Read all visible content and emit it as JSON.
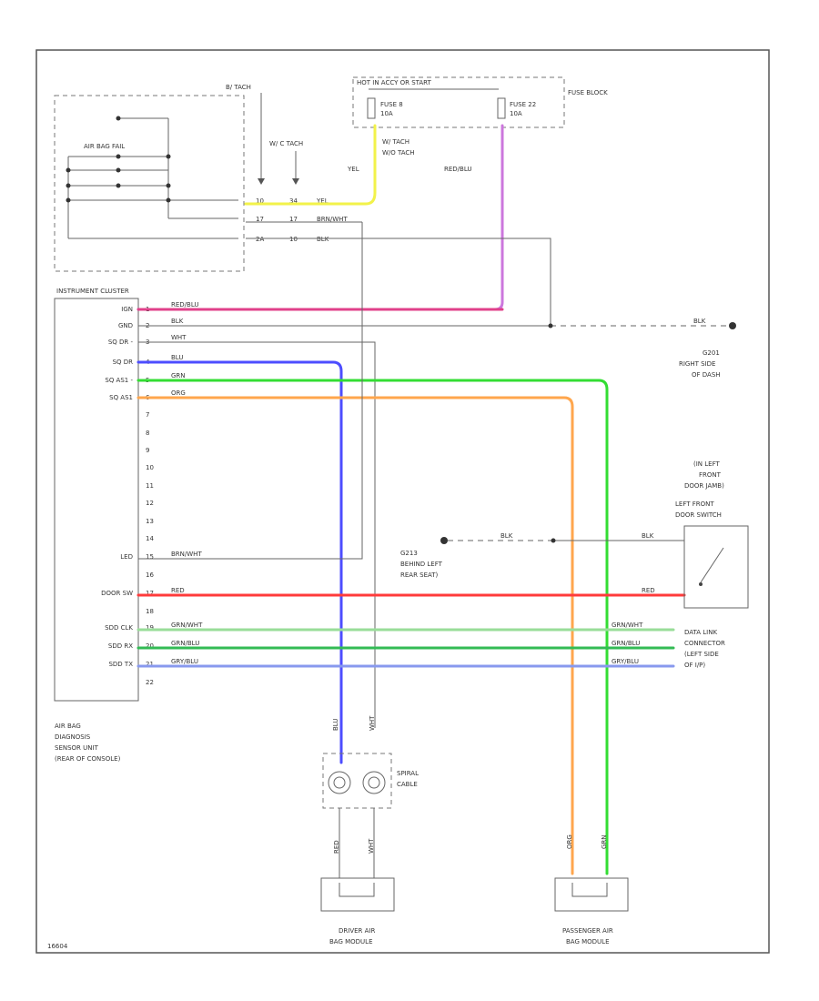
{
  "colors": {
    "red": "#ff3b3b",
    "magenta": "#e0408a",
    "blue": "#4d4dff",
    "green": "#33dd33",
    "orange": "#ffa64d",
    "tan": "#d9bb8c",
    "yellow": "#f2f24a",
    "violet": "#cc77dd",
    "gray": "#666666",
    "light_green": "#99dd99",
    "dark_green": "#33bb55",
    "light_blue": "#8899ee"
  },
  "labels": {
    "fuse_header": "HOT IN ACCY OR START",
    "fuse_block": "FUSE BLOCK",
    "fuse8": "FUSE 8",
    "fuse8_amp": "10A",
    "fuse22": "FUSE 22",
    "fuse22_amp": "10A",
    "air_bag_fail": "AIR BAG FAIL",
    "tach_b": "B/ TACH",
    "tach_w": "W/ C TACH",
    "w_tach": "W/ TACH",
    "wo_tach": "W/O TACH",
    "yel": "YEL",
    "red_blu": "RED/BLU",
    "connector_title": "INSTRUMENT CLUSTER",
    "module_name": "AIR BAG DIAGNOSIS SENSOR UNIT (REAR OF CONSOLE)",
    "ground1": "G201 RIGHT SIDE OF DASH",
    "ground2": "G213 BEHIND LEFT REAR SEAT",
    "door_jamb": "(IN LEFT FRONT DOOR JAMB)",
    "door_switch": "LEFT FRONT DOOR SWITCH",
    "data_link": "DATA LINK CONNECTOR (LEFT SIDE OF I/P)",
    "spiral": "SPIRAL CABLE",
    "driver_module": "DRIVER AIR BAG MODULE",
    "pass_module": "PASSENGER AIR BAG MODULE",
    "ref": "16604"
  },
  "pins": [
    {
      "num": "1",
      "name": "IGN",
      "wire": "RED/BLU"
    },
    {
      "num": "2",
      "name": "GND",
      "wire": "BLK"
    },
    {
      "num": "3",
      "name": "SQ DR -",
      "wire": "WHT"
    },
    {
      "num": "4",
      "name": "SQ DR",
      "wire": "BLU"
    },
    {
      "num": "5",
      "name": "SQ AS1 -",
      "wire": "GRN"
    },
    {
      "num": "6",
      "name": "SQ AS1",
      "wire": "ORG"
    },
    {
      "num": "7",
      "name": "",
      "wire": ""
    },
    {
      "num": "8",
      "name": "",
      "wire": ""
    },
    {
      "num": "9",
      "name": "",
      "wire": ""
    },
    {
      "num": "10",
      "name": "",
      "wire": ""
    },
    {
      "num": "11",
      "name": "",
      "wire": ""
    },
    {
      "num": "12",
      "name": "",
      "wire": ""
    },
    {
      "num": "13",
      "name": "",
      "wire": ""
    },
    {
      "num": "14",
      "name": "",
      "wire": ""
    },
    {
      "num": "15",
      "name": "LED",
      "wire": "BRN/WHT"
    },
    {
      "num": "16",
      "name": "",
      "wire": ""
    },
    {
      "num": "17",
      "name": "DOOR SW",
      "wire": "RED"
    },
    {
      "num": "18",
      "name": "",
      "wire": ""
    },
    {
      "num": "19",
      "name": "SDD CLK",
      "wire": "GRN/WHT"
    },
    {
      "num": "20",
      "name": "SDD RX",
      "wire": "GRN/BLU"
    },
    {
      "num": "21",
      "name": "SDD TX",
      "wire": "GRY/BLU"
    },
    {
      "num": "22",
      "name": "",
      "wire": ""
    }
  ],
  "cluster_pins": [
    {
      "num": "10",
      "mid": "34",
      "wire": "YEL"
    },
    {
      "num": "17",
      "mid": "17",
      "wire": "BRN/WHT"
    },
    {
      "num": "2A",
      "mid": "10",
      "wire": "BLK"
    }
  ],
  "misc_wires": {
    "blk_ground": "BLK",
    "blk_g213": "BLK",
    "blk_switch": "BLK",
    "red_switch": "RED",
    "dlc_1": "GRN/WHT",
    "dlc_2": "GRN/BLU",
    "dlc_3": "GRY/BLU",
    "spiral_left": "BLU",
    "spiral_right": "WHT",
    "drv_left": "RED",
    "drv_right": "WHT",
    "pas_left": "ORG",
    "pas_right": "GRN"
  }
}
